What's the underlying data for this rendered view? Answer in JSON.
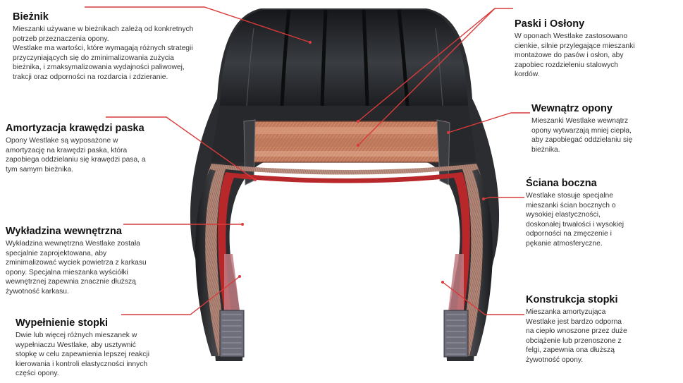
{
  "callouts": {
    "tread": {
      "title": "Bieżnik",
      "text": "Mieszanki używane w bieżnikach zależą od konkretnych\npotrzeb przeznaczenia opony.\nWestlake ma wartości, które wymagają różnych strategii\nprzyczyniających się do zminimalizowania zużycia\nbieżnika, i zmaksymalizowania wydajności paliwowej,\ntrakcji oraz odporności na rozdarcia i zdzieranie."
    },
    "belt_edge": {
      "title": "Amortyzacja krawędzi paska",
      "text": "Opony Westlake są wyposażone w\namortyzację na krawędzi paska, która\nzapobiega oddzielaniu się krawędzi pasa, a\ntym samym bieżnika."
    },
    "inner_liner": {
      "title": "Wykładzina wewnętrzna",
      "text": "Wykładzina wewnętrzna Westlake została\nspecjalnie zaprojektowana, aby\nzminimalizować wyciek powietrza z karkasu\nopony. Specjalna mieszanka wyściółki\nwewnętrznej zapewnia znacznie dłuższą\nżywotność karkasu."
    },
    "bead_filler": {
      "title": "Wypełnienie stopki",
      "text": "Dwie lub więcej różnych mieszanek w\nwypełniaczu Westlake, aby usztywnić\nstopkę w celu zapewnienia lepszej reakcji\nkierowania i kontroli elastyczności innych\nczęści opony."
    },
    "belts": {
      "title": "Paski i Osłony",
      "text": "W oponach Westlake zastosowano\ncienkie, silnie przylegające mieszanki\nmontażowe do pasów i osłon, aby\nzapobiec rozdzieleniu stalowych\nkordów."
    },
    "inside": {
      "title": "Wewnątrz opony",
      "text": "Mieszanki Westlake wewnątrz\nopony  wytwarzają mniej ciepła,\naby zapobiegać  oddzielaniu się\nbieżnika."
    },
    "sidewall": {
      "title": "Ściana boczna",
      "text": "Westlake stosuje specjalne\nmieszanki ścian bocznych o\nwysokiej elastyczności,\ndoskonałej trwałości i wysokiej\nodporności na zmęczenie i\npękanie atmosferyczne."
    },
    "bead": {
      "title": "Konstrukcja stopki",
      "text": "Mieszanka amortyzująca\nWestlake jest bardzo odporna\nna ciepło wnoszone przez duże\nobciążenie lub przenoszone z\nfelgi, zapewnia ona dłuższą\nżywotność opony."
    }
  },
  "colors": {
    "leader_line": "#d93b3b",
    "tire_rubber": "#2b2d30",
    "belt_copper": "#c98466",
    "inner_liner": "#b8282a"
  }
}
